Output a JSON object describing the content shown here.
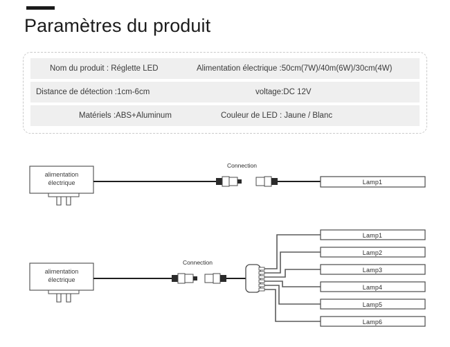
{
  "header": {
    "rule_color": "#1a1a1a",
    "title": "Paramètres du produit"
  },
  "spec_table": {
    "border_style": "dashed",
    "row_bg": "#efefef",
    "rows": [
      {
        "left": "Nom du produit : Réglette LED",
        "right": "Alimentation électrique :50cm(7W)/40m(6W)/30cm(4W)"
      },
      {
        "left": "Distance de détection :1cm-6cm",
        "right": "voltage:DC 12V"
      },
      {
        "left": "Matériels :ABS+Aluminum",
        "right": "Couleur de LED : Jaune / Blanc"
      }
    ]
  },
  "diagram_single": {
    "adapter_line1": "alimentation",
    "adapter_line2": "électrique",
    "connection_label": "Connection",
    "lamp_label": "Lamp1"
  },
  "diagram_multi": {
    "adapter_line1": "alimentation",
    "adapter_line2": "électrique",
    "connection_label": "Connection",
    "hub_ports": 6,
    "lamps": [
      "Lamp1",
      "Lamp2",
      "Lamp3",
      "Lamp4",
      "Lamp5",
      "Lamp6"
    ]
  },
  "colors": {
    "stroke": "#4a4a4a",
    "wire": "#1e1e1e",
    "text": "#3b3b3b"
  }
}
